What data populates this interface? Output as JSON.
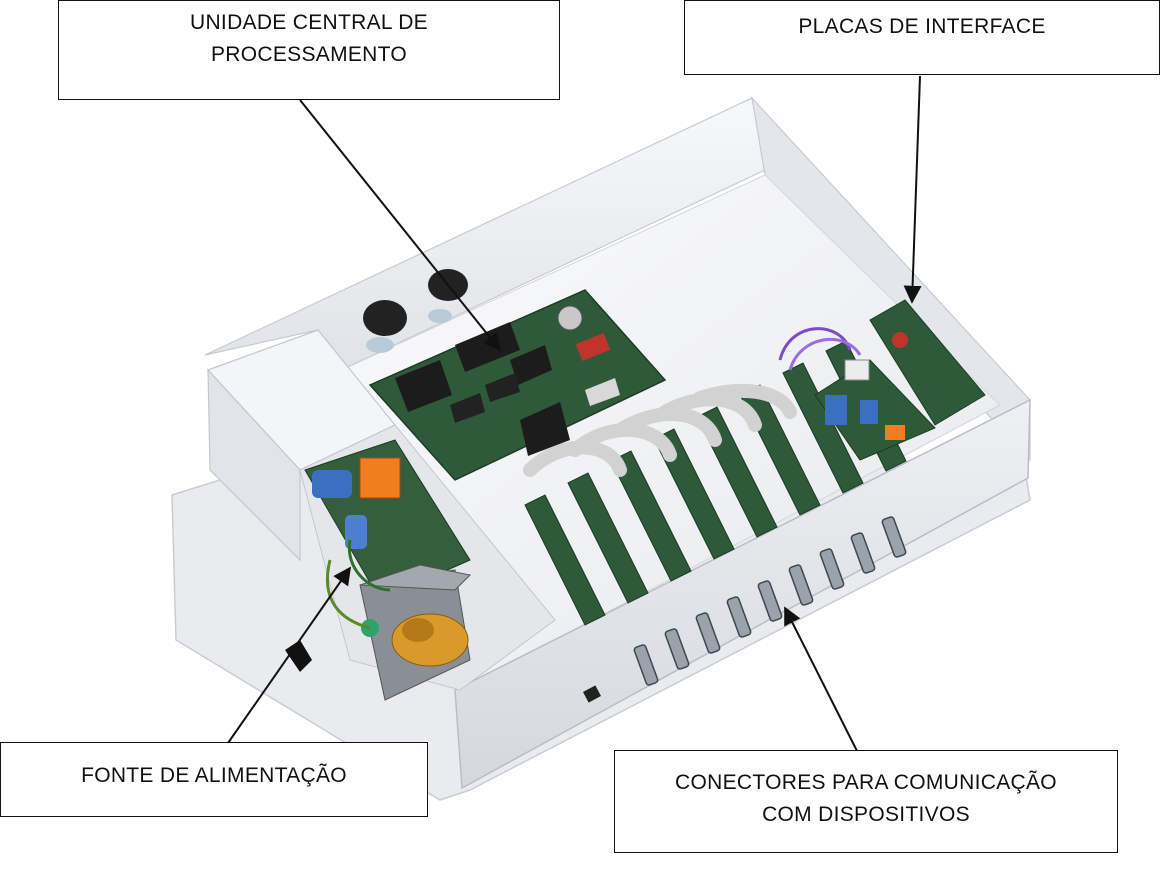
{
  "labels": {
    "cpu": {
      "lines": [
        "UNIDADE CENTRAL DE",
        "PROCESSAMENTO"
      ]
    },
    "interface_boards": {
      "lines": [
        "PLACAS DE INTERFACE"
      ]
    },
    "power_supply": {
      "lines": [
        "FONTE DE ALIMENTAÇÃO"
      ]
    },
    "connectors": {
      "lines": [
        "CONECTORES PARA COMUNICAÇÃO",
        "COM DISPOSITIVOS"
      ]
    }
  },
  "colors": {
    "enclosure": "#f2f3f5",
    "enclosure_shadow": "#cfd3d8",
    "pcb": "#2f5a3a",
    "chip": "#1c1c1c",
    "ribbon_cable": "#d7d7d7",
    "transformer_core": "#8a8f96",
    "transformer_coil": "#d89a2a",
    "capacitor_blue": "#3b6fc0",
    "terminal_orange": "#f07d20",
    "arrow": "#111111"
  }
}
